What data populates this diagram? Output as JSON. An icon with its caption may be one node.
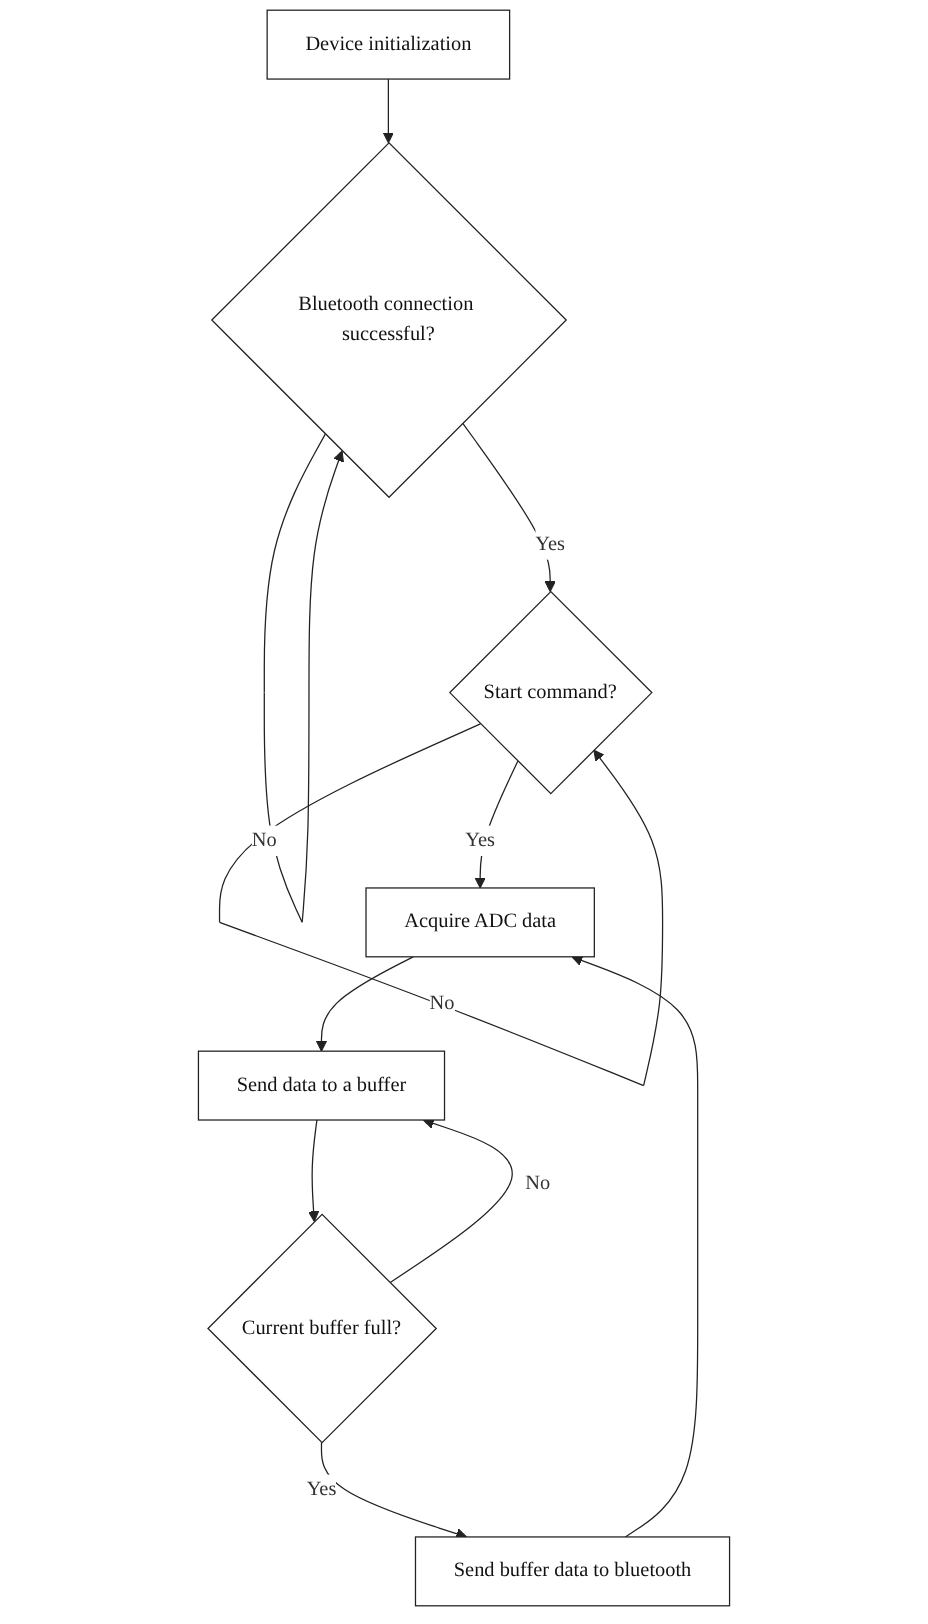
{
  "diagram": {
    "nodes": [
      {
        "text": [
          "Device initialization"
        ]
      },
      {
        "text": [
          "Bluetooth connection successful?"
        ]
      },
      {
        "text": [
          "Start command?"
        ]
      },
      {
        "text": [
          "Acquire ADC data"
        ]
      },
      {
        "text": [
          "Send data to a buffer"
        ]
      },
      {
        "text": [
          "Current buffer full?"
        ]
      },
      {
        "text": [
          "Send buffer data to bluetooth"
        ]
      }
    ],
    "edges": [
      {
        "from": 0,
        "to": 1,
        "arrow": "to"
      },
      {
        "from": 1,
        "to": 1,
        "label": "No",
        "arrow": "to"
      },
      {
        "from": 1,
        "to": 2,
        "label": "Yes",
        "arrow": "to"
      },
      {
        "from": 2,
        "to": 2,
        "label": "No",
        "arrow": "to"
      },
      {
        "from": 2,
        "to": 3,
        "label": "Yes",
        "arrow": "to"
      },
      {
        "from": 3,
        "to": 4,
        "arrow": "to"
      },
      {
        "from": 4,
        "to": 5,
        "arrow": "to"
      },
      {
        "from": 5,
        "to": 4,
        "label": "No",
        "arrow": "to"
      },
      {
        "from": 5,
        "to": 6,
        "label": "Yes",
        "arrow": "to"
      },
      {
        "from": 6,
        "to": 3,
        "arrow": "to"
      }
    ]
  }
}
